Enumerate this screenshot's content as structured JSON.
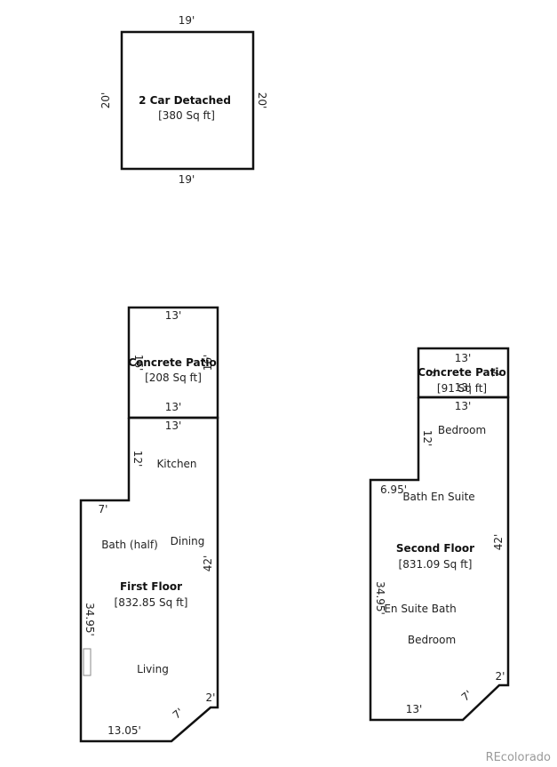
{
  "garage": {
    "title": "2 Car Detached",
    "area": "[380 Sq ft]",
    "dim_top": "19'",
    "dim_bottom": "19'",
    "dim_left": "20'",
    "dim_right": "20'"
  },
  "first_patio": {
    "title": "Concrete Patio",
    "area": "[208 Sq ft]",
    "dim_top": "13'",
    "dim_bottom": "13'",
    "dim_left": "16'",
    "dim_right": "16'"
  },
  "first_floor": {
    "title": "First Floor",
    "area": "[832.85 Sq ft]",
    "dim_top": "13'",
    "dim_left_upper": "12'",
    "dim_step": "7'",
    "dim_left_lower": "34.95'",
    "dim_right": "42'",
    "dim_bottom": "13.05'",
    "dim_diag": "7'",
    "dim_corner": "2'",
    "rooms": {
      "kitchen": "Kitchen",
      "bath_half": "Bath (half)",
      "dining": "Dining",
      "living": "Living"
    }
  },
  "second_patio": {
    "title": "Concrete Patio",
    "area": "[91 Sq ft]",
    "dim_top": "13'",
    "dim_bottom": "13'",
    "dim_left": "7'",
    "dim_right": "7'"
  },
  "second_floor": {
    "title": "Second Floor",
    "area": "[831.09 Sq ft]",
    "dim_top": "13'",
    "dim_left_upper": "12'",
    "dim_step": "6.95'",
    "dim_left_lower": "34.95'",
    "dim_right": "42'",
    "dim_bottom": "13'",
    "dim_diag": "7'",
    "dim_corner": "2'",
    "rooms": {
      "bedroom_upper": "Bedroom",
      "bath_en_suite": "Bath En Suite",
      "en_suite_bath": "En Suite Bath",
      "bedroom_lower": "Bedroom"
    }
  },
  "watermark": "REcolorado"
}
